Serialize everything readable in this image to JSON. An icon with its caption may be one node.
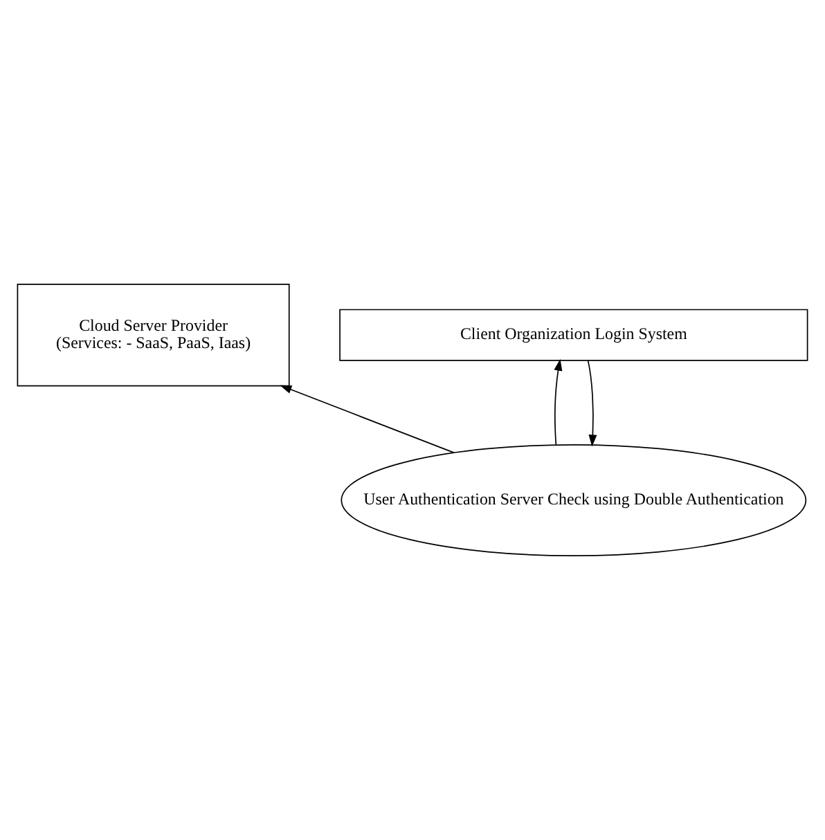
{
  "diagram": {
    "nodes": [
      {
        "text": [
          "Cloud Server Provider",
          "(Services: - SaaS, PaaS, Iaas)"
        ]
      },
      {
        "text": [
          "User Authentication Server Check using Double Authentication"
        ]
      },
      {
        "text": [
          "Client Organization Login System"
        ]
      }
    ],
    "edges": [
      {
        "from": 1,
        "to": 0,
        "arrow": "to"
      },
      {
        "from": 2,
        "to": 1,
        "arrow": "to"
      },
      {
        "from": 1,
        "to": 2,
        "arrow": "to"
      }
    ]
  }
}
